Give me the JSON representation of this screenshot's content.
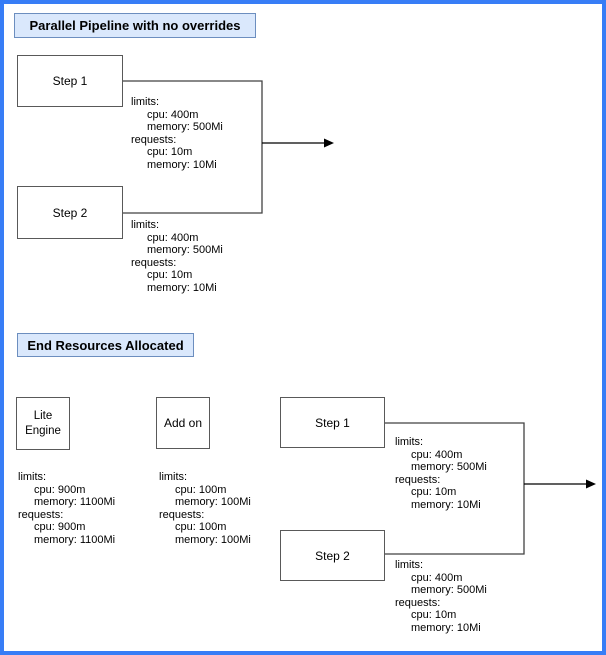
{
  "colors": {
    "page_border": "#377df6",
    "header_fill": "#dae8fc",
    "header_border": "#6c8ebf",
    "node_border": "#595959",
    "connector": "#424242",
    "arrow": "#000000"
  },
  "section1": {
    "title": "Parallel Pipeline with no overrides",
    "step1": {
      "label": "Step 1",
      "resources": {
        "limits_label": "limits:",
        "limits_cpu": "cpu: 400m",
        "limits_memory": "memory: 500Mi",
        "requests_label": "requests:",
        "requests_cpu": "cpu: 10m",
        "requests_memory": "memory: 10Mi"
      }
    },
    "step2": {
      "label": "Step 2",
      "resources": {
        "limits_label": "limits:",
        "limits_cpu": "cpu: 400m",
        "limits_memory": "memory: 500Mi",
        "requests_label": "requests:",
        "requests_cpu": "cpu: 10m",
        "requests_memory": "memory: 10Mi"
      }
    }
  },
  "section2": {
    "title": "End Resources Allocated",
    "lite_engine": {
      "label_line1": "Lite",
      "label_line2": "Engine",
      "resources": {
        "limits_label": "limits:",
        "limits_cpu": "cpu: 900m",
        "limits_memory": "memory: 1100Mi",
        "requests_label": "requests:",
        "requests_cpu": "cpu: 900m",
        "requests_memory": "memory: 1100Mi"
      }
    },
    "addon": {
      "label": "Add on",
      "resources": {
        "limits_label": "limits:",
        "limits_cpu": "cpu: 100m",
        "limits_memory": "memory: 100Mi",
        "requests_label": "requests:",
        "requests_cpu": "cpu: 100m",
        "requests_memory": "memory: 100Mi"
      }
    },
    "step1": {
      "label": "Step 1",
      "resources": {
        "limits_label": "limits:",
        "limits_cpu": "cpu: 400m",
        "limits_memory": "memory: 500Mi",
        "requests_label": "requests:",
        "requests_cpu": "cpu: 10m",
        "requests_memory": "memory: 10Mi"
      }
    },
    "step2": {
      "label": "Step 2",
      "resources": {
        "limits_label": "limits:",
        "limits_cpu": "cpu: 400m",
        "limits_memory": "memory: 500Mi",
        "requests_label": "requests:",
        "requests_cpu": "cpu: 10m",
        "requests_memory": "memory: 10Mi"
      }
    }
  }
}
